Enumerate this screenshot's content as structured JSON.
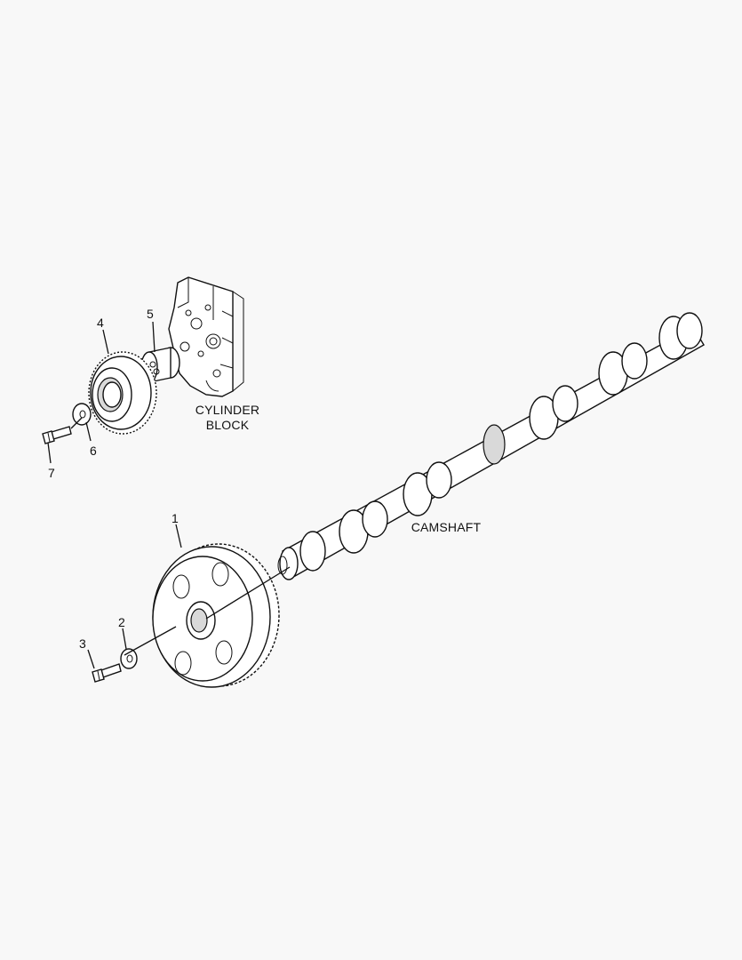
{
  "callouts": {
    "c1": "1",
    "c2": "2",
    "c3": "3",
    "c4": "4",
    "c5": "5",
    "c6": "6",
    "c7": "7"
  },
  "captions": {
    "cylinder_block_line1": "CYLINDER",
    "cylinder_block_line2": "BLOCK",
    "camshaft": "CAMSHAFT"
  }
}
